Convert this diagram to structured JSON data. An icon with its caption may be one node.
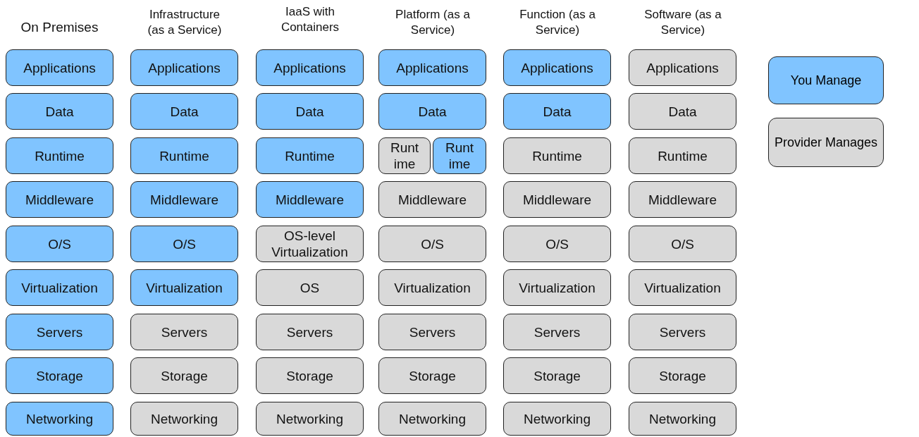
{
  "diagram": {
    "nodes": [
      {
        "text": [
          "Applications"
        ]
      },
      {
        "text": [
          "Data"
        ]
      },
      {
        "text": [
          "Runtime"
        ]
      },
      {
        "text": [
          "Middleware"
        ]
      },
      {
        "text": [
          "O/S"
        ]
      },
      {
        "text": [
          "Virtualization"
        ]
      },
      {
        "text": [
          "Servers"
        ]
      },
      {
        "text": [
          "Storage"
        ]
      },
      {
        "text": [
          "Networking"
        ]
      },
      {
        "text": [
          "Applications"
        ]
      },
      {
        "text": [
          "Data"
        ]
      },
      {
        "text": [
          "Runtime"
        ]
      },
      {
        "text": [
          "Middleware"
        ]
      },
      {
        "text": [
          "O/S"
        ]
      },
      {
        "text": [
          "Virtualization"
        ]
      },
      {
        "text": [
          "Servers"
        ]
      },
      {
        "text": [
          "Storage"
        ]
      },
      {
        "text": [
          "Networking"
        ]
      },
      {
        "text": [
          "Applications"
        ]
      },
      {
        "text": [
          "Data"
        ]
      },
      {
        "text": [
          "Runtime"
        ]
      },
      {
        "text": [
          "Middleware"
        ]
      },
      {
        "text": [
          "OS-level Virtualization"
        ]
      },
      {
        "text": [
          "OS"
        ]
      },
      {
        "text": [
          "Servers"
        ]
      },
      {
        "text": [
          "Storage"
        ]
      },
      {
        "text": [
          "Networking"
        ]
      },
      {
        "text": [
          "Applications"
        ]
      },
      {
        "text": [
          "Data"
        ]
      },
      {
        "text": [
          "Runt ime"
        ]
      },
      {
        "text": [
          "Runt ime"
        ]
      },
      {
        "text": [
          "Middleware"
        ]
      },
      {
        "text": [
          "O/S"
        ]
      },
      {
        "text": [
          "Virtualization"
        ]
      },
      {
        "text": [
          "Servers"
        ]
      },
      {
        "text": [
          "Storage"
        ]
      },
      {
        "text": [
          "Networking"
        ]
      },
      {
        "text": [
          "Applications"
        ]
      },
      {
        "text": [
          "Data"
        ]
      },
      {
        "text": [
          "Runtime"
        ]
      },
      {
        "text": [
          "Middleware"
        ]
      },
      {
        "text": [
          "O/S"
        ]
      },
      {
        "text": [
          "Virtualization"
        ]
      },
      {
        "text": [
          "Servers"
        ]
      },
      {
        "text": [
          "Storage"
        ]
      },
      {
        "text": [
          "Networking"
        ]
      },
      {
        "text": [
          "Applications"
        ]
      },
      {
        "text": [
          "Data"
        ]
      },
      {
        "text": [
          "Runtime"
        ]
      },
      {
        "text": [
          "Middleware"
        ]
      },
      {
        "text": [
          "O/S"
        ]
      },
      {
        "text": [
          "Virtualization"
        ]
      },
      {
        "text": [
          "Servers"
        ]
      },
      {
        "text": [
          "Storage"
        ]
      },
      {
        "text": [
          "Networking"
        ]
      }
    ],
    "labels": [
      "On Premises",
      "Infrastructure (as a Service)",
      "IaaS with Containers",
      "Platform (as a Service)",
      "Function (as a Service)",
      "Software (as a Service)"
    ],
    "legend": [
      {
        "text": "You Manage",
        "color": "#80c4ff"
      },
      {
        "text": "Provider Manages",
        "color": "#d9d9d9"
      }
    ]
  }
}
